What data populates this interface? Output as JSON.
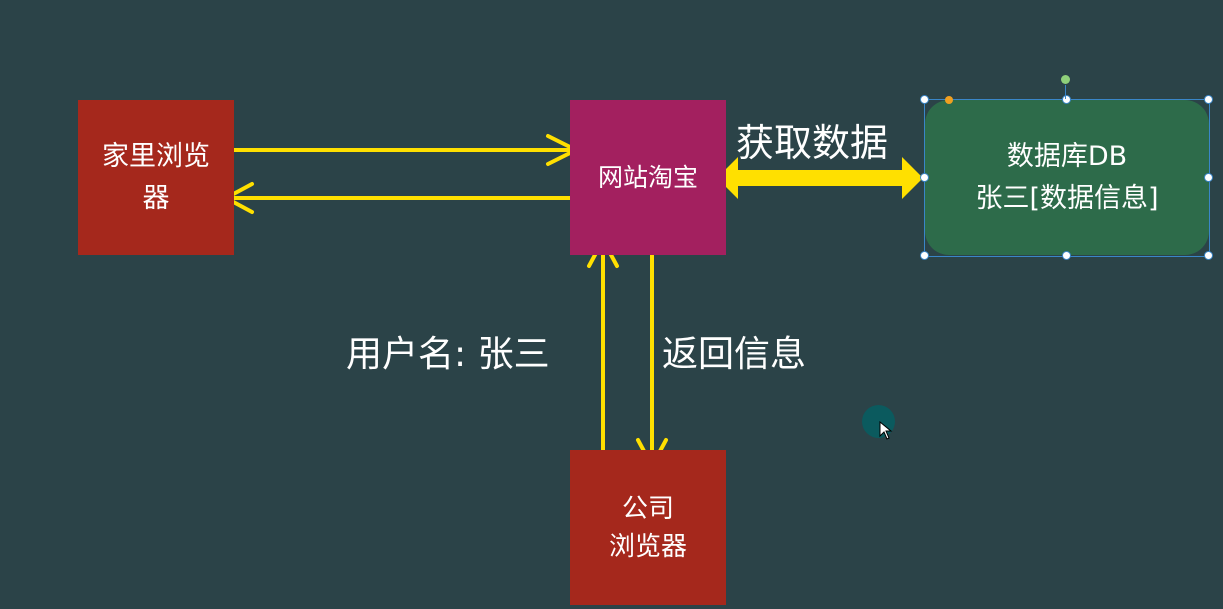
{
  "diagram": {
    "nodes": {
      "home_browser": {
        "label": "家里浏览器",
        "line1": "家里浏览",
        "line2": "器",
        "color": "#a5281c"
      },
      "website": {
        "label": "网站淘宝",
        "color": "#a3205f"
      },
      "database": {
        "line1": "数据库DB",
        "line2": "张三[数据信息]",
        "color": "#2d6b4a"
      },
      "office_browser": {
        "line1": "公司",
        "line2": "浏览器",
        "color": "#a5281c"
      }
    },
    "edges": {
      "fetch_data": {
        "label": "获取数据",
        "from": "website",
        "to": "database",
        "bidirectional": true
      },
      "username": {
        "label": "用户名: 张三",
        "from": "office_browser",
        "to": "website"
      },
      "return_info": {
        "label": "返回信息",
        "from": "website",
        "to": "office_browser"
      },
      "home_to_site": {
        "from": "home_browser",
        "to": "website"
      },
      "site_to_home": {
        "from": "website",
        "to": "home_browser"
      }
    },
    "colors": {
      "background": "#2b4348",
      "arrow": "#ffe000",
      "selection": "#3a86c8"
    }
  }
}
